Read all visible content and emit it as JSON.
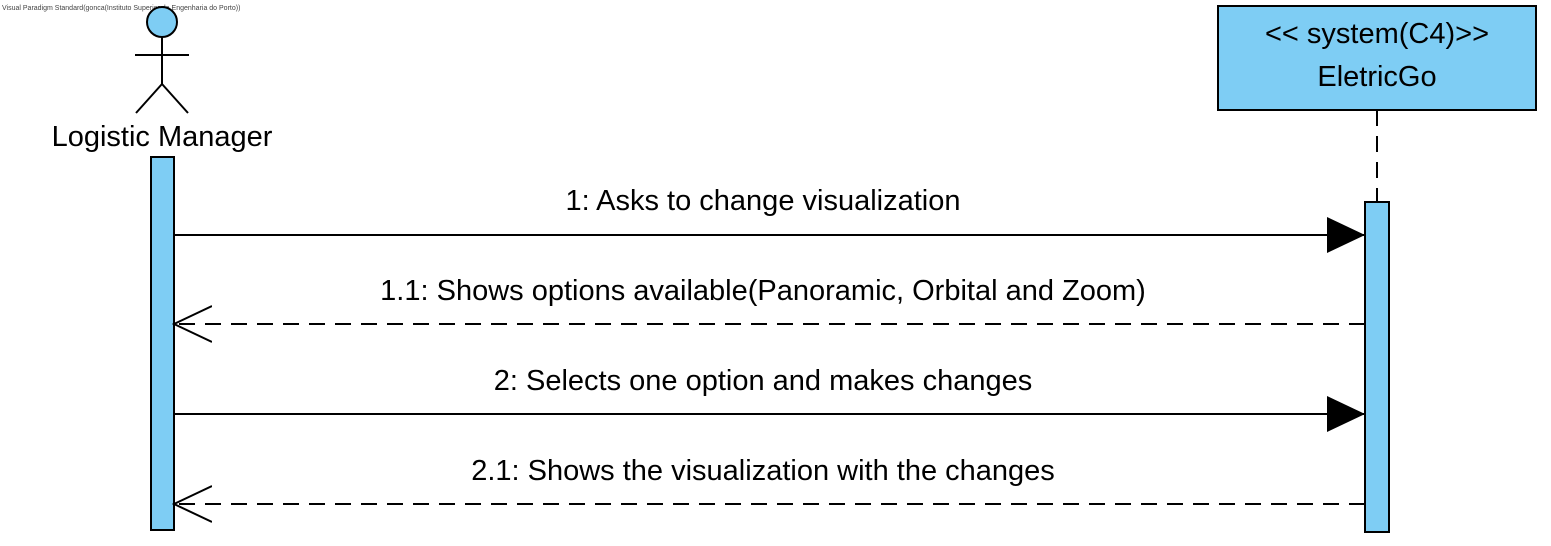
{
  "watermark": "Visual Paradigm Standard(gonca(Instituto Superior de Engenharia do Porto))",
  "colors": {
    "fill": "#7ecdf4",
    "stroke": "#000000",
    "background": "#ffffff"
  },
  "actor": {
    "name": "Logistic Manager",
    "icon": "stick-figure-actor-icon"
  },
  "system": {
    "stereotype": "<< system(C4)>>",
    "name": "EletricGo"
  },
  "messages": [
    {
      "label": "1: Asks to change visualization",
      "kind": "sync",
      "direction": "to-system"
    },
    {
      "label": "1.1: Shows options available(Panoramic, Orbital and Zoom)",
      "kind": "return",
      "direction": "to-actor"
    },
    {
      "label": "2: Selects one option and makes changes",
      "kind": "sync",
      "direction": "to-system"
    },
    {
      "label": "2.1: Shows the visualization with the changes",
      "kind": "return",
      "direction": "to-actor"
    }
  ]
}
